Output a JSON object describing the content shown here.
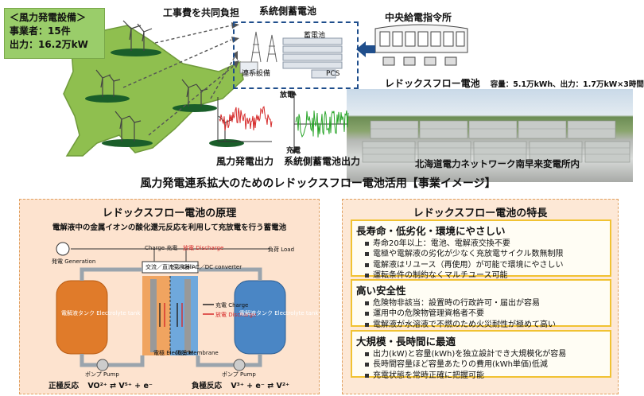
{
  "wind_box": {
    "heading": "＜風力発電設備＞",
    "operators": "事業者：15件",
    "output": "出力：16.2万kW"
  },
  "labels": {
    "cost_share": "工事費を共同負担",
    "grid_battery": "系統側蓄電池",
    "central_dispatch": "中央給電指令所",
    "battery_bank": "蓄電池",
    "interconnect": "連系設備",
    "pcs": "PCS",
    "redox_label": "レドックスフロー電池",
    "capacity": "容量：5.1万kWh、出力：1.7万kW×3時間",
    "discharge": "放電",
    "charge": "充電",
    "wind_output": "風力発電出力",
    "grid_battery_output": "系統側蓄電池出力",
    "photo_caption": "北海道電力ネットワーク南早来変電所内"
  },
  "main_title": "風力発電連系拡大のためのレドックスフロー電池活用【事業イメージ】",
  "left_panel": {
    "title": "レドックスフロー電池の原理",
    "subtitle": "電解液中の金属イオンの酸化還元反応を利用して充放電を行う蓄電池",
    "gen": "発電 Generation",
    "load": "負荷 Load",
    "converter": "交流／直流変換器 AC／DC converter",
    "charge_tag": "Charge 充電",
    "discharge_tag": "放電 Discharge",
    "legend_charge": "充電 Charge",
    "legend_discharge": "放電 Discharge",
    "tank_left": "電解液タンク Electrolyte tank",
    "tank_right": "電解液タンク Electrolyte tank",
    "electrode": "電極 Electrode",
    "membrane": "隔膜 Membrane",
    "cell": "セル Cell",
    "pump_left": "ポンプ Pump",
    "pump_right": "ポンプ Pump",
    "pos_reaction_label": "正極反応",
    "pos_reaction": "VO²⁺ ⇄ V⁵⁺ + e⁻",
    "neg_reaction_label": "負極反応",
    "neg_reaction": "V³⁺ + e⁻ ⇄ V²⁺"
  },
  "right_panel": {
    "title": "レドックスフロー電池の特長",
    "features": [
      {
        "title": "長寿命・低劣化・環境にやさしい",
        "items": [
          "寿命20年以上：電池、電解液交換不要",
          "電極や電解液の劣化が少なく充放電サイクル数無制限",
          "電解液はリユース（再使用）が可能で環境にやさしい",
          "運転条件の制約なくマルチユース可能"
        ]
      },
      {
        "title": "高い安全性",
        "items": [
          "危険物非該当：設置時の行政許可・届出が容易",
          "運用中の危険物管理資格者不要",
          "電解液が水溶液で不燃のため火災耐性が極めて高い"
        ]
      },
      {
        "title": "大規模・長時間に最適",
        "items": [
          "出力(kW)と容量(kWh)を独立設計でき大規模化が容易",
          "長時間容量ほど容量あたりの費用(kWh単価)低減",
          "充電状態を常時正確に把握可能"
        ]
      }
    ]
  },
  "colors": {
    "land": "#8fbf4f",
    "arrow_blue": "#1f4e8c",
    "wind_wave": "#d62b2b",
    "battery_wave": "#2aa52a",
    "feature_border": "#f1c232"
  }
}
